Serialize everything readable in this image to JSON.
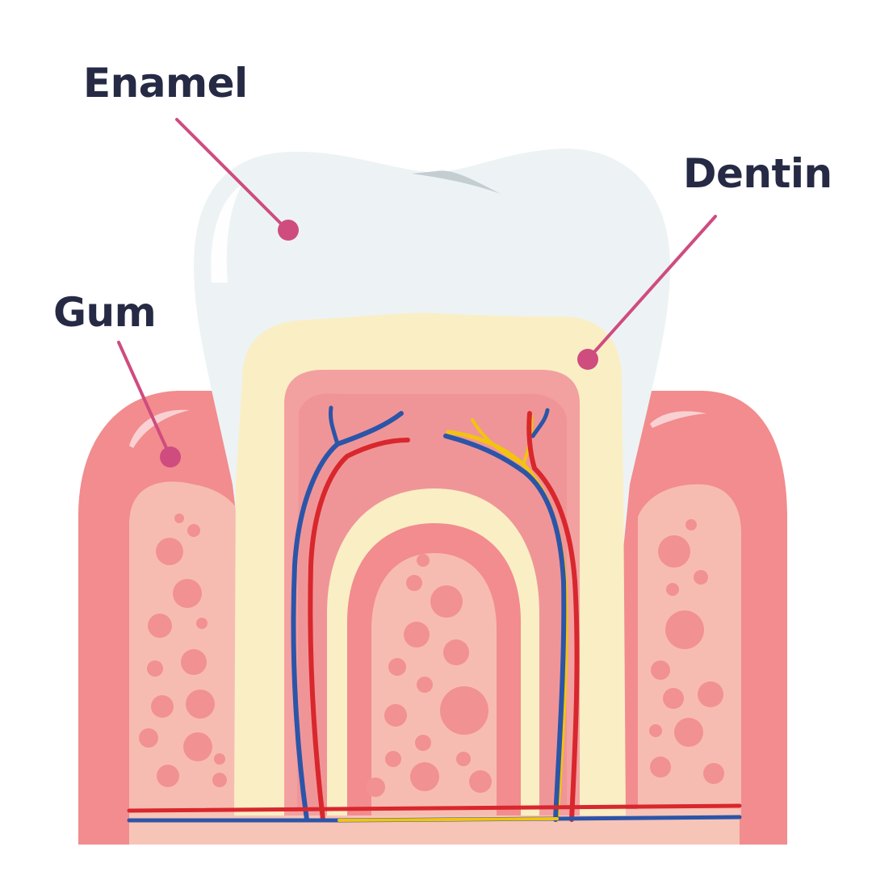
{
  "labels": {
    "enamel": "Enamel",
    "dentin": "Dentin",
    "gum": "Gum"
  },
  "colors": {
    "label_text": "#262a44",
    "leader_line": "#cf4c7f",
    "enamel": "#edf3f4",
    "dentin": "#faeec5",
    "pulp": "#f3a0a0",
    "gum": "#f28c8e",
    "bone": "#f7bcb1",
    "bone_spots": "#f29191",
    "artery": "#d8272d",
    "vein": "#2b55a8",
    "nerve": "#f2c40f"
  },
  "icons": [
    "tooth-cross-section-illustration"
  ]
}
